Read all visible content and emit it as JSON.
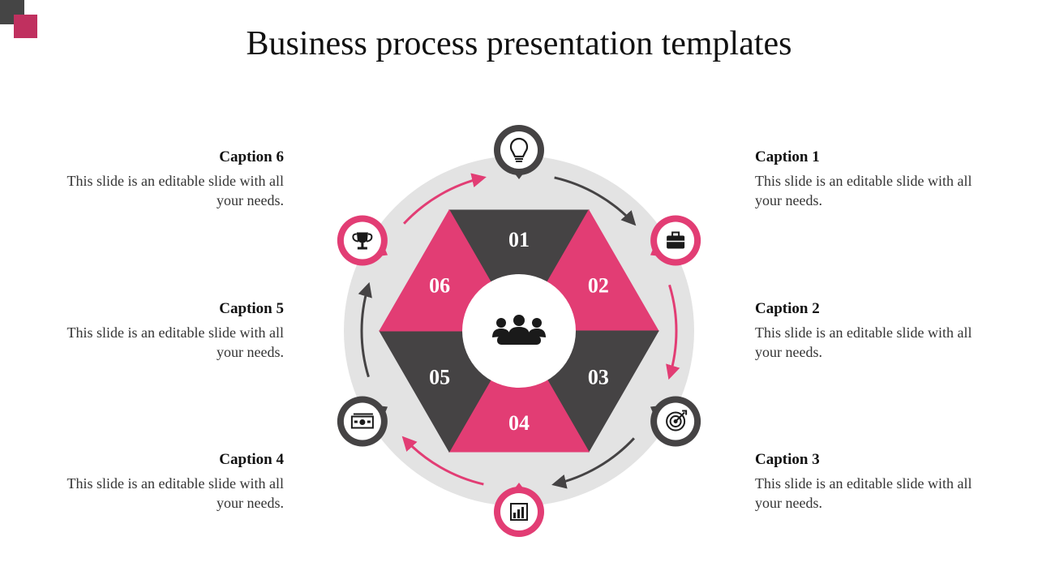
{
  "title": "Business process presentation templates",
  "colors": {
    "pink": "#e23d74",
    "dark": "#454344",
    "ring": "#e3e3e3",
    "accent": "#c0305f"
  },
  "center_icon": "team-meeting-icon",
  "segments": [
    {
      "number": "01",
      "color": "dark"
    },
    {
      "number": "02",
      "color": "pink"
    },
    {
      "number": "03",
      "color": "dark"
    },
    {
      "number": "04",
      "color": "pink"
    },
    {
      "number": "05",
      "color": "dark"
    },
    {
      "number": "06",
      "color": "pink"
    }
  ],
  "badges": [
    {
      "icon": "lightbulb-icon",
      "color": "dark"
    },
    {
      "icon": "briefcase-icon",
      "color": "pink"
    },
    {
      "icon": "target-icon",
      "color": "dark"
    },
    {
      "icon": "bar-chart-icon",
      "color": "pink"
    },
    {
      "icon": "money-icon",
      "color": "dark"
    },
    {
      "icon": "trophy-icon",
      "color": "pink"
    }
  ],
  "captions": [
    {
      "title": "Caption 1",
      "text": "This slide is an editable slide with all your needs."
    },
    {
      "title": "Caption 2",
      "text": "This slide is an editable slide with all your needs."
    },
    {
      "title": "Caption 3",
      "text": "This slide is an editable slide with all your needs."
    },
    {
      "title": "Caption 4",
      "text": "This slide is an editable slide with all your needs."
    },
    {
      "title": "Caption 5",
      "text": "This slide is an editable slide with all your needs."
    },
    {
      "title": "Caption 6",
      "text": "This slide is an editable slide with all your needs."
    }
  ]
}
